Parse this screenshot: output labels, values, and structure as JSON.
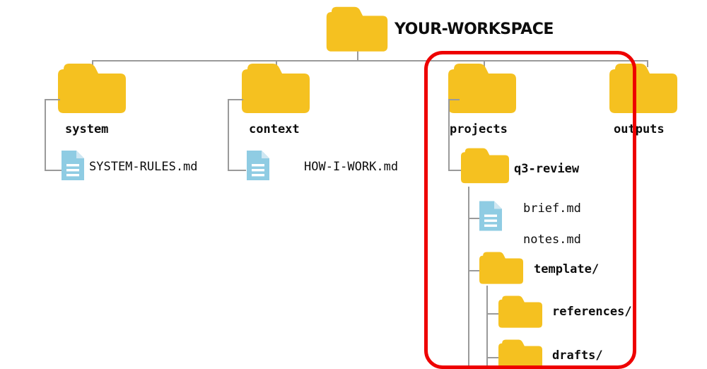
{
  "diagram": {
    "title": "YOUR-WORKSPACE",
    "colors": {
      "folder": "#f5c120",
      "folder_tab": "#f3bc18",
      "file": "#8fcce3",
      "file_fold": "#cfe7f2",
      "file_lines": "#ffffff",
      "connector": "#9a9a9a",
      "highlight": "#ee0000",
      "text": "#0d0d0d",
      "background": "#ffffff"
    },
    "root": {
      "name": "root-folder",
      "label": "YOUR-WORKSPACE",
      "icon": "folder-icon"
    },
    "branches": [
      {
        "id": "system",
        "label": "system",
        "icon": "folder-icon",
        "bold": true,
        "children": [
          {
            "id": "system-rules",
            "label": "SYSTEM-RULES.md",
            "icon": "file-icon",
            "bold": false
          }
        ]
      },
      {
        "id": "context",
        "label": "context",
        "icon": "folder-icon",
        "bold": true,
        "children": [
          {
            "id": "how-i-work",
            "label": "HOW-I-WORK.md",
            "icon": "file-icon",
            "bold": false
          }
        ]
      },
      {
        "id": "projects",
        "label": "projects",
        "icon": "folder-icon",
        "bold": true,
        "highlighted": true,
        "children": [
          {
            "id": "q3-review",
            "label": "q3-review",
            "icon": "folder-icon",
            "bold": true,
            "children": [
              {
                "id": "brief-md",
                "label": "brief.md",
                "icon": "file-icon",
                "bold": false
              },
              {
                "id": "notes-md",
                "label": "notes.md",
                "icon": "none",
                "bold": false
              },
              {
                "id": "template",
                "label": "template/",
                "icon": "folder-icon",
                "bold": true,
                "children": [
                  {
                    "id": "references",
                    "label": "references/",
                    "icon": "folder-icon",
                    "bold": true
                  },
                  {
                    "id": "drafts",
                    "label": "drafts/",
                    "icon": "folder-icon",
                    "bold": true
                  }
                ]
              }
            ]
          }
        ]
      },
      {
        "id": "outputs",
        "label": "outputs",
        "icon": "folder-icon",
        "bold": true
      }
    ],
    "highlight": {
      "name": "projects-highlight-box",
      "color": "#ee0000"
    }
  }
}
